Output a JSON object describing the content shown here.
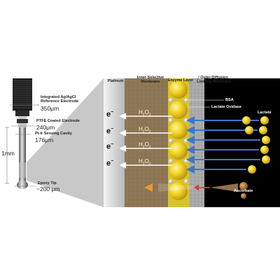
{
  "labels": {
    "reference_electrode": {
      "line1": "Integrated Ag/AgCl",
      "line2": "Reference Electrode",
      "size": "350μm"
    },
    "ptfe": {
      "line1": "PTFE Coated Electrode",
      "size": "240μm"
    },
    "cavity": {
      "line1": "Pt-Ir Sensing Cavity",
      "size": "176μm"
    },
    "length": "1mm",
    "epoxy": {
      "line1": "Epoxy Tip",
      "size": "~200 μm"
    }
  },
  "layers": {
    "platinum": "Platinum",
    "inner_selective": {
      "line1": "Inner-Selective",
      "line2": "Membrane"
    },
    "enzyme": "Enzyme Layer",
    "outer_diffusion": {
      "line1": "Outer-Diffusion",
      "line2": "Limiting Membrane"
    }
  },
  "species": {
    "bsa": "BSA",
    "lactate_oxidase": "Lactate Oxidase",
    "lactate": "Lactate",
    "ascorbate": "Ascorbate",
    "electron": "e",
    "electron_sup": "−",
    "h2o2": "H",
    "h2o2_sub": "2",
    "h2o2_o": "O",
    "h2o2_sub2": "2"
  },
  "colors": {
    "platinum": "#d0d0d0",
    "inner_membrane": "#8c7554",
    "enzyme": "#e8d020",
    "outer_membrane": "#a8a8a8",
    "solution": "#000000",
    "arrow_blue": "#3a78c8",
    "arrow_white": "#ffffff",
    "arrow_red": "#e02020",
    "arrow_orange": "#e89a30"
  }
}
